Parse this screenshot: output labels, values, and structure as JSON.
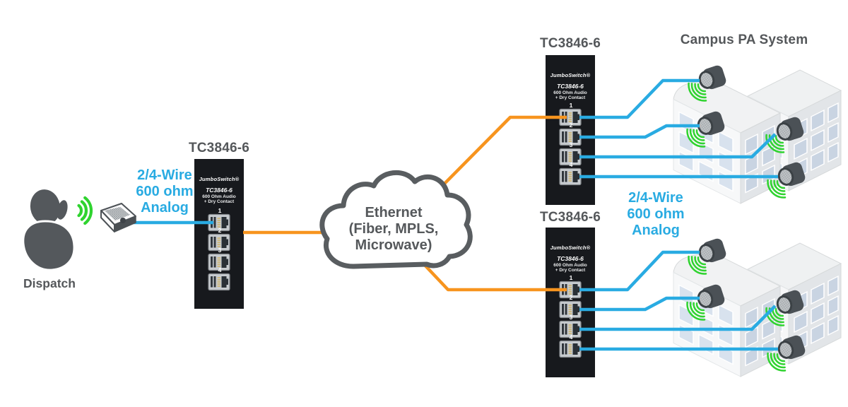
{
  "colors": {
    "analog_blue": "#29ABE2",
    "ethernet_orange": "#F7941E",
    "audio_green": "#2FD32F",
    "text_gray": "#54575A",
    "device_black": "#17191D"
  },
  "dispatch_label": "Dispatch",
  "analog_label_left": {
    "line1": "2/4-Wire",
    "line2": "600 ohm",
    "line3": "Analog"
  },
  "analog_label_right": {
    "line1": "2/4-Wire",
    "line2": "600 ohm",
    "line3": "Analog"
  },
  "cloud_label": {
    "line1": "Ethernet",
    "line2": "(Fiber, MPLS,",
    "line3": "Microwave)"
  },
  "campus_label": "Campus PA System",
  "devices": [
    {
      "title": "TC3846-6"
    },
    {
      "title": "TC3846-6"
    },
    {
      "title": "TC3846-6"
    }
  ],
  "device_faceplate": {
    "brand": "JumboSwitch®",
    "model": "TC3846-6",
    "desc1": "600 Ohm Audio",
    "desc2": "+ Dry Contact"
  },
  "port_labels": [
    "1",
    "2",
    "3",
    "4"
  ]
}
